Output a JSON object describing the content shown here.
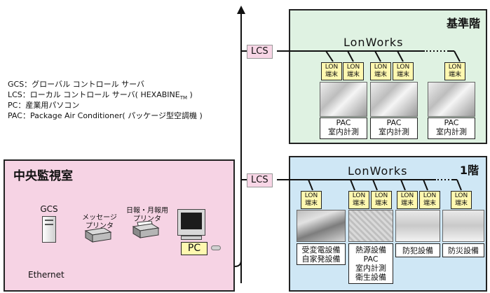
{
  "legend": {
    "lines": [
      "GCS：グローバル コントロール サーバ",
      "LCS：ローカル コントロール サーバ( HEXABINE",
      "PC：産業用パソコン",
      "PAC：Package Air Conditioner( パッケージ型空調機 )"
    ],
    "tm": "TM",
    "line2_end": " )"
  },
  "floors": {
    "standard": {
      "title": "基準階",
      "network": "LonWorks",
      "lcs": "LCS",
      "nodes": [
        {
          "line1": "LON",
          "line2": "端末"
        },
        {
          "line1": "LON",
          "line2": "端末"
        },
        {
          "line1": "LON",
          "line2": "端末"
        },
        {
          "line1": "LON",
          "line2": "端末"
        },
        {
          "line1": "LON",
          "line2": "端末"
        }
      ],
      "captions": [
        {
          "line1": "PAC",
          "line2": "室内計測"
        },
        {
          "line1": "PAC",
          "line2": "室内計測"
        },
        {
          "line1": "PAC",
          "line2": "室内計測"
        }
      ]
    },
    "first": {
      "title": "1階",
      "network": "LonWorks",
      "lcs": "LCS",
      "nodes": [
        {
          "line1": "LON",
          "line2": "端末"
        },
        {
          "line1": "LON",
          "line2": "端末"
        },
        {
          "line1": "LON",
          "line2": "端末"
        },
        {
          "line1": "LON",
          "line2": "端末"
        },
        {
          "line1": "LON",
          "line2": "端末"
        },
        {
          "line1": "LON",
          "line2": "端末"
        }
      ],
      "captions": [
        {
          "lines": [
            "受変電設備",
            "自家発設備"
          ]
        },
        {
          "lines": [
            "熱源設備",
            "PAC",
            "室内計測",
            "衛生設備"
          ]
        },
        {
          "lines": [
            "防犯設備"
          ]
        },
        {
          "lines": [
            "防災設備"
          ]
        }
      ]
    }
  },
  "central": {
    "title": "中央監視室",
    "gcs": "GCS",
    "message_printer": [
      "メッセージ",
      "プリンタ"
    ],
    "report_printer": [
      "日報・月報用",
      "プリンタ"
    ],
    "pc": "PC",
    "ethernet": "Ethernet"
  }
}
